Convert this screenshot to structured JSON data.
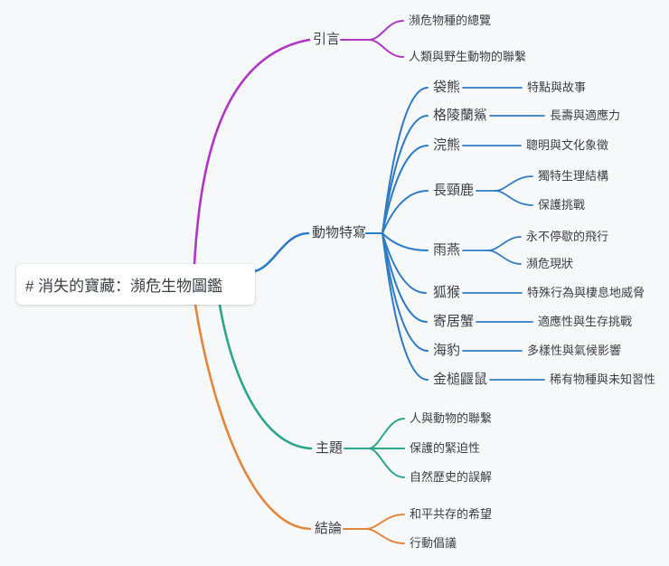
{
  "colors": {
    "bg": "#f7f8fa",
    "text": "#3b3f45",
    "intro": "#ad36c3",
    "animals": "#2e7cc3",
    "themes": "#2ba58e",
    "conclusion": "#e1873d"
  },
  "mindmap": {
    "root": {
      "label": "# 消失的寶藏：瀕危生物圖鑑"
    },
    "branches": [
      {
        "label": "引言",
        "children": [
          {
            "label": "瀕危物種的總覽"
          },
          {
            "label": "人類與野生動物的聯繫"
          }
        ]
      },
      {
        "label": "動物特寫",
        "children": [
          {
            "label": "袋熊",
            "children": [
              {
                "label": "特點與故事"
              }
            ]
          },
          {
            "label": "格陵蘭鯊",
            "children": [
              {
                "label": "長壽與適應力"
              }
            ]
          },
          {
            "label": "浣熊",
            "children": [
              {
                "label": "聰明與文化象徵"
              }
            ]
          },
          {
            "label": "長頸鹿",
            "children": [
              {
                "label": "獨特生理結構"
              },
              {
                "label": "保護挑戰"
              }
            ]
          },
          {
            "label": "雨燕",
            "children": [
              {
                "label": "永不停歇的飛行"
              },
              {
                "label": "瀕危現狀"
              }
            ]
          },
          {
            "label": "狐猴",
            "children": [
              {
                "label": "特殊行為與棲息地威脅"
              }
            ]
          },
          {
            "label": "寄居蟹",
            "children": [
              {
                "label": "適應性與生存挑戰"
              }
            ]
          },
          {
            "label": "海豹",
            "children": [
              {
                "label": "多樣性與氣候影響"
              }
            ]
          },
          {
            "label": "金槌鼴鼠",
            "children": [
              {
                "label": "稀有物種與未知習性"
              }
            ]
          }
        ]
      },
      {
        "label": "主題",
        "children": [
          {
            "label": "人與動物的聯繫"
          },
          {
            "label": "保護的緊迫性"
          },
          {
            "label": "自然歷史的誤解"
          }
        ]
      },
      {
        "label": "結論",
        "children": [
          {
            "label": "和平共存的希望"
          },
          {
            "label": "行動倡議"
          }
        ]
      }
    ]
  }
}
